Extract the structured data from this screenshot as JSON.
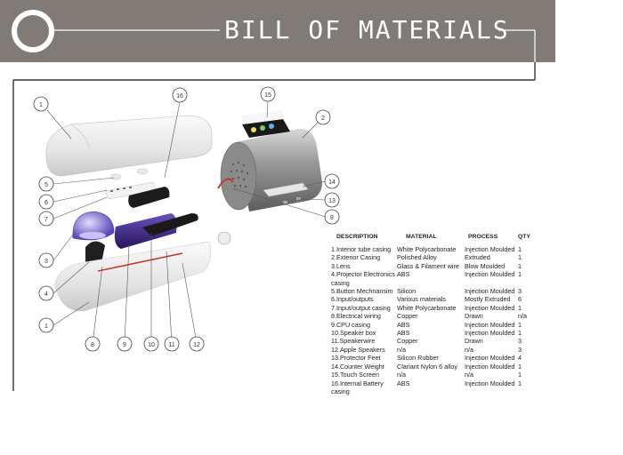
{
  "header": {
    "title": "BILL OF MATERIALS"
  },
  "colors": {
    "header_bg": "#807b76",
    "body_purple": "#3a237a",
    "wire_red": "#c0392b"
  },
  "callouts": [
    "1",
    "16",
    "15",
    "2",
    "5",
    "6",
    "7",
    "14",
    "13",
    "8",
    "3",
    "4",
    "1",
    "8",
    "9",
    "10",
    "11",
    "12"
  ],
  "bom": {
    "headers": {
      "description": "DESCRIPTION",
      "material": "MATERIAL",
      "process": "PROCESS",
      "qty": "QTY"
    },
    "rows": [
      {
        "description": "1.Interior tube casing",
        "material": "White Polycarbonate",
        "process": "Injection Moulded",
        "qty": "1"
      },
      {
        "description": "2.Exterior Casing",
        "material": "Polished Alloy",
        "process": "Extruded",
        "qty": "1"
      },
      {
        "description": "3.Lens",
        "material": "Glass & Filament wire",
        "process": "Blow Moulded",
        "qty": "1"
      },
      {
        "description": "4.Projector Electronics casing",
        "material": "ABS",
        "process": "Injection Moulded",
        "qty": "1"
      },
      {
        "description": "5.Button Mechnansim",
        "material": "Silicon",
        "process": "Injection Moulded",
        "qty": "3"
      },
      {
        "description": "6.Input/outputs",
        "material": "Various materials",
        "process": "Mostly Extruded",
        "qty": "6"
      },
      {
        "description": "7.Input/output casing",
        "material": "White Polycarbonate",
        "process": "Injection Moulded",
        "qty": "1"
      },
      {
        "description": "8.Electrical wiring",
        "material": "Copper",
        "process": "Drawn",
        "qty": "n/a"
      },
      {
        "description": "9.CPU casing",
        "material": "ABS",
        "process": "Injection Moulded",
        "qty": "1"
      },
      {
        "description": "10.Speaker box",
        "material": "ABS",
        "process": "Injection Moulded",
        "qty": "1"
      },
      {
        "description": "11.Speakerwire",
        "material": "Copper",
        "process": "Drawn",
        "qty": "3"
      },
      {
        "description": "12.Apple Speakers",
        "material": "n/a",
        "process": "n/a",
        "qty": "3"
      },
      {
        "description": "13.Protector Feet",
        "material": "Silicon Rubber",
        "process": "Injection Moulded",
        "qty": "4"
      },
      {
        "description": "14.Counter Weight",
        "material": "Clariant Nylon 6 alloy",
        "process": "Injection Moulded",
        "qty": "1"
      },
      {
        "description": "15.Touch Screen",
        "material": "n/a",
        "process": "n/a",
        "qty": "1"
      },
      {
        "description": "16.Internal Battery casing",
        "material": "ABS",
        "process": "Injection Moulded",
        "qty": "1"
      }
    ]
  }
}
